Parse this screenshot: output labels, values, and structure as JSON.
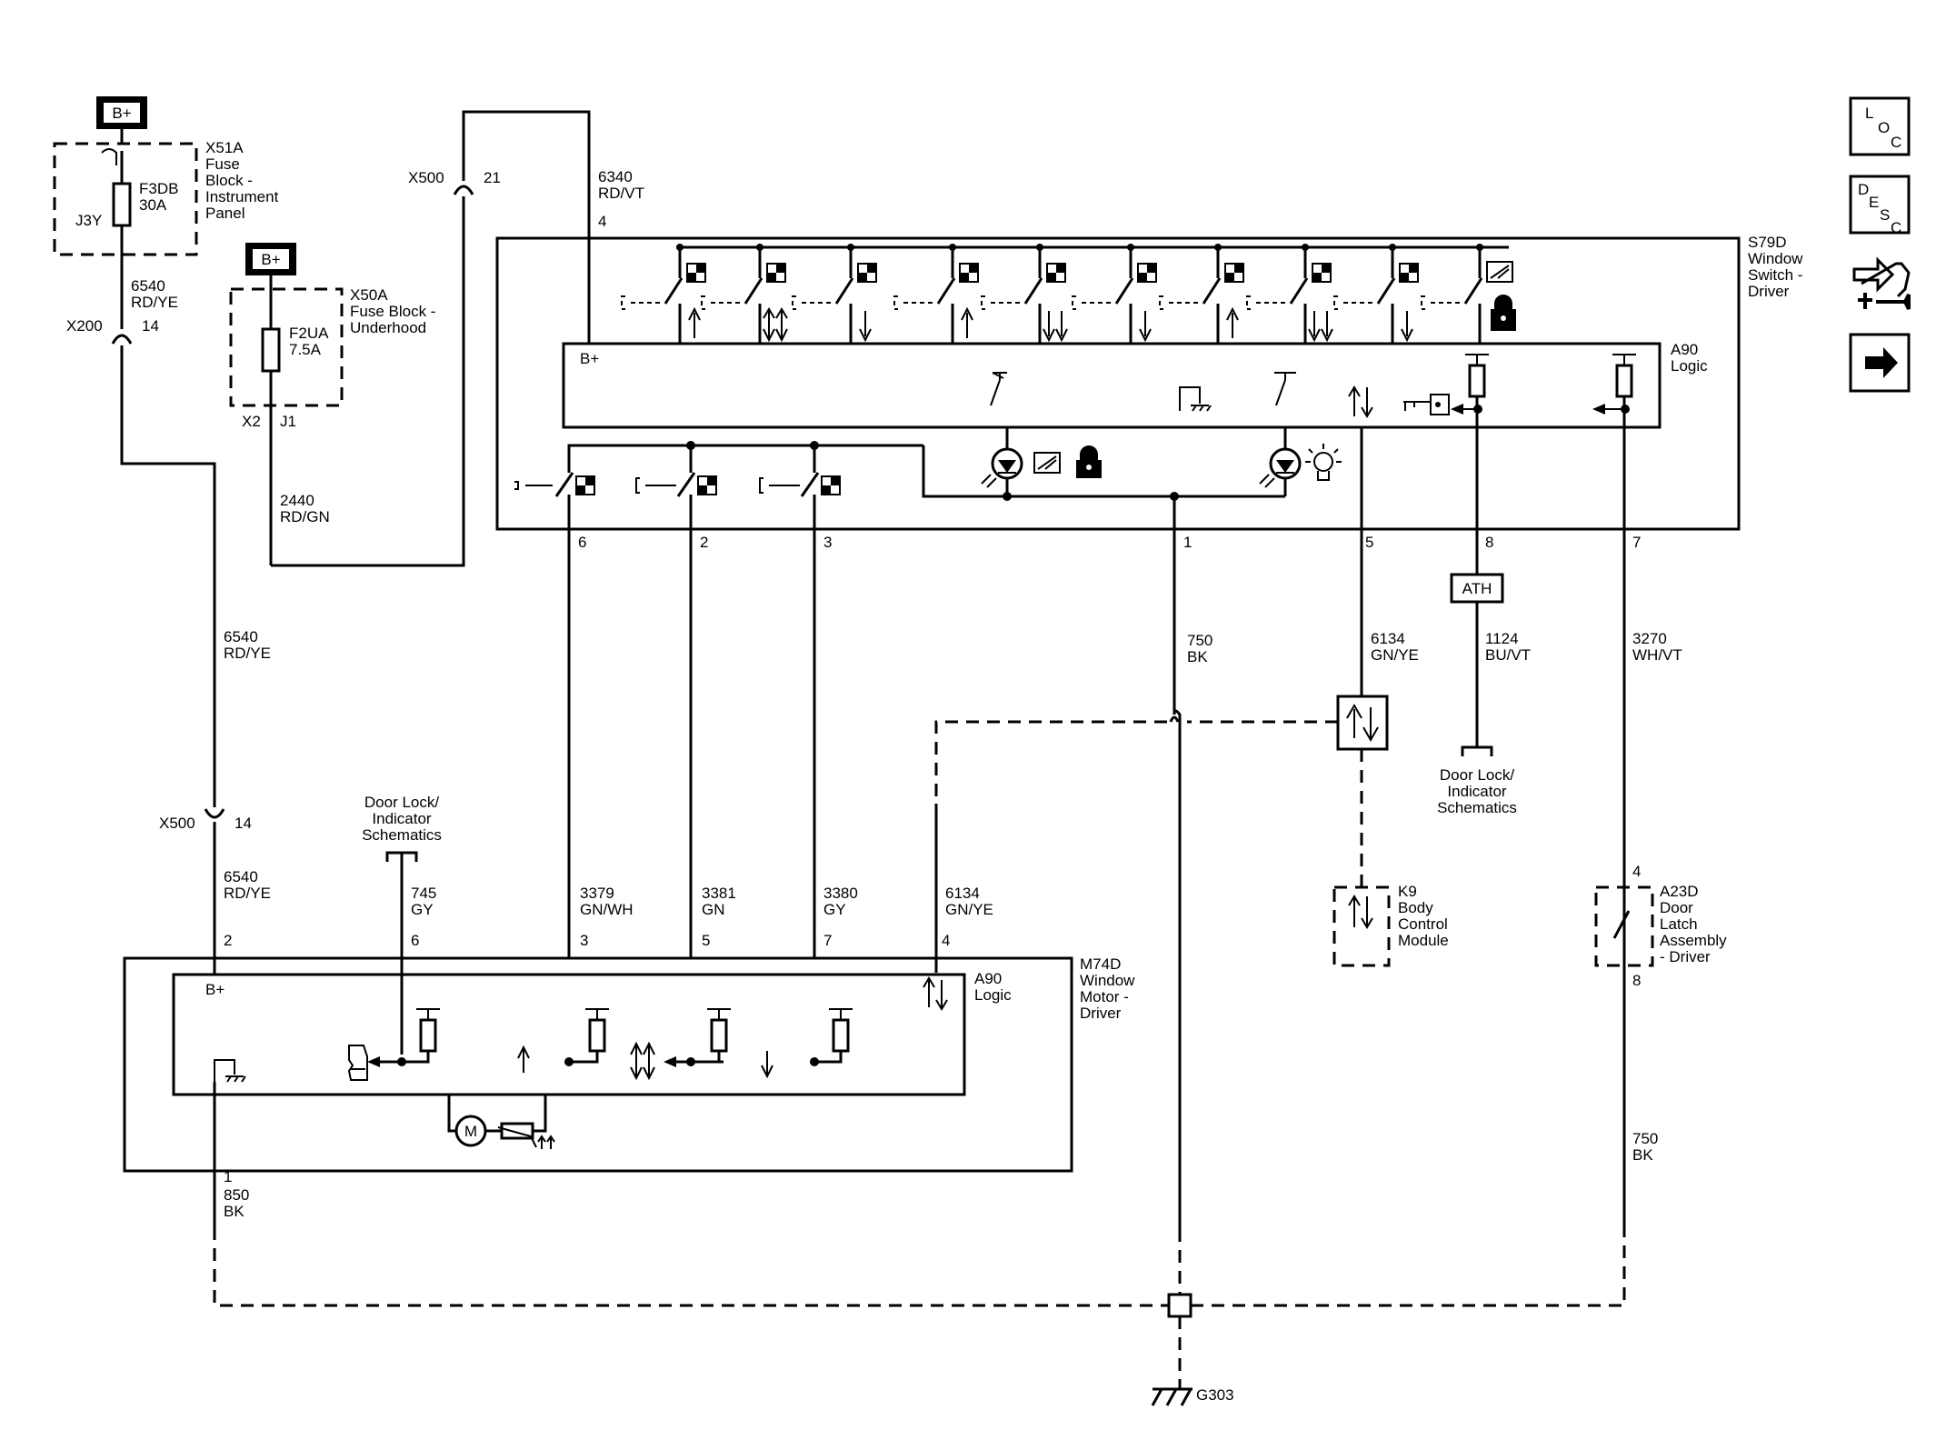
{
  "supply": {
    "bplus": "B+"
  },
  "x51a": {
    "name": [
      "X51A",
      "Fuse",
      "Block -",
      "Instrument",
      "Panel"
    ],
    "fuse": [
      "F3DB",
      "30A"
    ],
    "pin": "J3Y"
  },
  "x50a": {
    "name": [
      "X50A",
      "Fuse Block -",
      "Underhood"
    ],
    "fuse": [
      "F2UA",
      "7.5A"
    ],
    "pin_left": "X2",
    "pin_right": "J1"
  },
  "x500_top": {
    "name": "X500",
    "pin": "21"
  },
  "x200": {
    "name": "X200",
    "pin": "14"
  },
  "x500_low": {
    "name": "X500",
    "pin": "14"
  },
  "wires": {
    "w6540_top": [
      "6540",
      "RD/YE"
    ],
    "w2440": [
      "2440",
      "RD/GN"
    ],
    "w6340": [
      "6340",
      "RD/VT"
    ],
    "w6540_mid": [
      "6540",
      "RD/YE"
    ],
    "w6540_low": [
      "6540",
      "RD/YE"
    ],
    "w745": [
      "745",
      "GY"
    ],
    "w3379": [
      "3379",
      "GN/WH"
    ],
    "w3381": [
      "3381",
      "GN"
    ],
    "w3380": [
      "3380",
      "GY"
    ],
    "w6134_low": [
      "6134",
      "GN/YE"
    ],
    "w750_mid": [
      "750",
      "BK"
    ],
    "w6134_mid": [
      "6134",
      "GN/YE"
    ],
    "w1124": [
      "1124",
      "BU/VT"
    ],
    "w3270": [
      "3270",
      "WH/VT"
    ],
    "w850": [
      "850",
      "BK"
    ],
    "w750_low": [
      "750",
      "BK"
    ]
  },
  "s79d": {
    "name": [
      "S79D",
      "Window",
      "Switch -",
      "Driver"
    ],
    "logic": [
      "A90",
      "Logic"
    ],
    "bplus": "B+",
    "pins": {
      "p4": "4",
      "p6": "6",
      "p2": "2",
      "p3": "3",
      "p1": "1",
      "p5": "5",
      "p8": "8",
      "p7": "7"
    }
  },
  "ath": "ATH",
  "doorlock_right": [
    "Door Lock/",
    "Indicator",
    "Schematics"
  ],
  "doorlock_left": [
    "Door Lock/",
    "Indicator",
    "Schematics"
  ],
  "k9": {
    "name": [
      "K9",
      "Body",
      "Control",
      "Module"
    ]
  },
  "a23d": {
    "name": [
      "A23D",
      "Door",
      "Latch",
      "Assembly",
      "- Driver"
    ],
    "pin_top": "4",
    "pin_bottom": "8"
  },
  "m74d": {
    "name": [
      "M74D",
      "Window",
      "Motor -",
      "Driver"
    ],
    "logic": [
      "A90",
      "Logic"
    ],
    "bplus": "B+",
    "motor": "M",
    "pins": {
      "p2": "2",
      "p6": "6",
      "p3": "3",
      "p5": "5",
      "p7": "7",
      "p4": "4",
      "p1": "1"
    }
  },
  "ground": "G303",
  "nav": {
    "loc": [
      "L",
      "O",
      "C"
    ],
    "desc": [
      "D",
      "E",
      "S",
      "C"
    ],
    "items": [
      "connector-view-icon",
      "next-page-icon"
    ]
  }
}
